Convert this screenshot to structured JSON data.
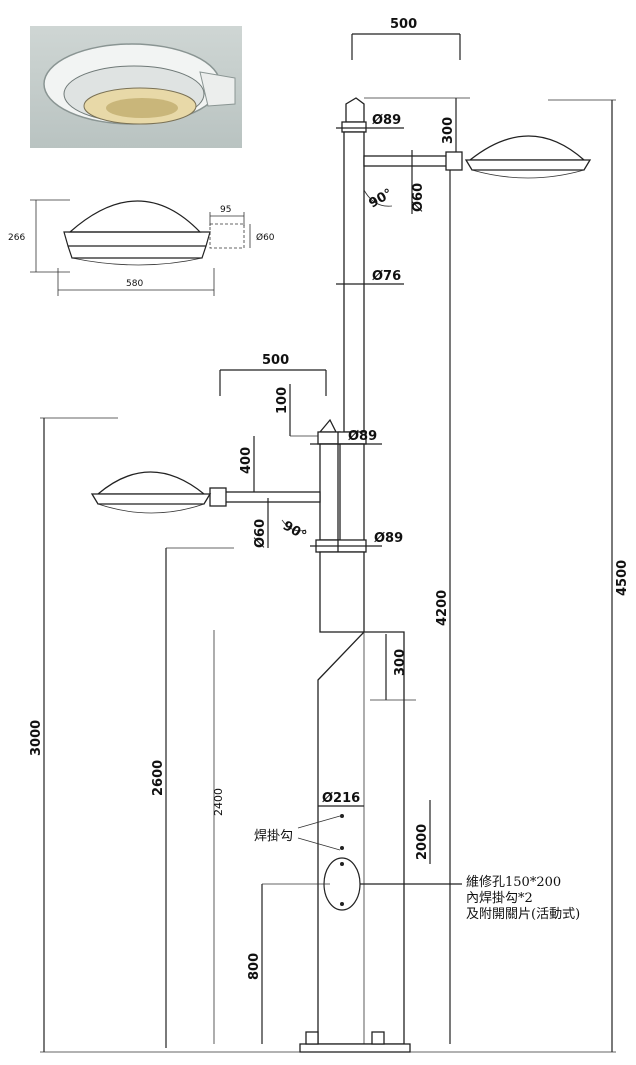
{
  "photo": {
    "alt": "street lamp fixture photo"
  },
  "fixture_dims": {
    "height": "266",
    "width": "580",
    "arm_length": "95",
    "arm_diameter": "Ø60"
  },
  "top_arm": {
    "reach": "500",
    "offset": "300",
    "pipe_diameter": "Ø89",
    "arm_diameter": "Ø60",
    "angle": "90°"
  },
  "upper_pole": {
    "diameter": "Ø76"
  },
  "lower_arm": {
    "reach": "500",
    "offset": "100",
    "pipe_diameter": "Ø89",
    "arm_diameter": "Ø60",
    "angle": "90°",
    "drop": "400",
    "clamp_diameter": "Ø89"
  },
  "heights": {
    "total": "4500",
    "upper_lamp": "4200",
    "lower_lamp_a": "3000",
    "lower_lamp_b": "2600",
    "base_section": "2400",
    "service_top": "2000",
    "door_bottom": "800",
    "step": "300"
  },
  "base": {
    "diameter": "Ø216",
    "hook_label": "焊掛勾"
  },
  "notes": {
    "line1": "維修孔150*200",
    "line2": "內焊掛勾*2",
    "line3": "及附開關片(活動式)"
  }
}
